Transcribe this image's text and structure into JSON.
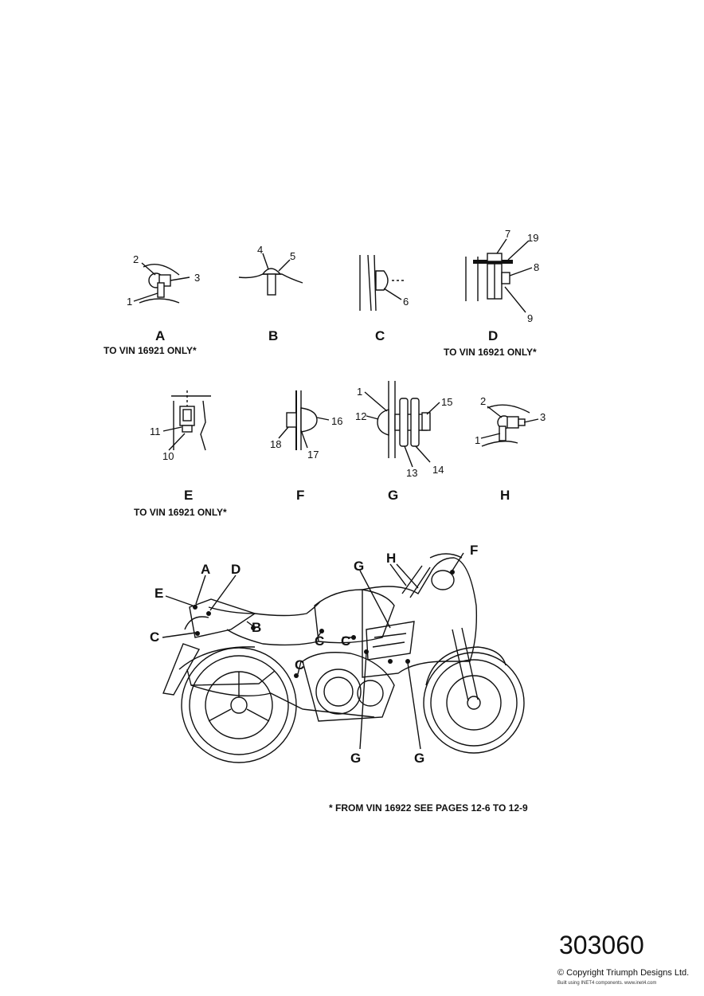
{
  "details": {
    "A": {
      "letter": "A",
      "note": "TO VIN 16921 ONLY*",
      "callouts": [
        "2",
        "3",
        "1"
      ]
    },
    "B": {
      "letter": "B",
      "callouts": [
        "4",
        "5"
      ]
    },
    "C": {
      "letter": "C",
      "callouts": [
        "6"
      ]
    },
    "D": {
      "letter": "D",
      "note": "TO VIN 16921 ONLY*",
      "callouts": [
        "7",
        "19",
        "8",
        "9"
      ]
    },
    "E": {
      "letter": "E",
      "note": "TO VIN 16921 ONLY*",
      "callouts": [
        "11",
        "10"
      ]
    },
    "F": {
      "letter": "F",
      "callouts": [
        "16",
        "18",
        "17"
      ]
    },
    "G": {
      "letter": "G",
      "callouts": [
        "1",
        "12",
        "15",
        "13",
        "14"
      ]
    },
    "H": {
      "letter": "H",
      "callouts": [
        "2",
        "3",
        "1"
      ]
    }
  },
  "bike_labels": [
    "A",
    "D",
    "E",
    "C",
    "B",
    "C",
    "C",
    "C",
    "G",
    "H",
    "F",
    "G",
    "G"
  ],
  "footnote": "* FROM VIN 16922 SEE PAGES 12-6 TO 12-9",
  "part_number": "303060",
  "copyright": "© Copyright Triumph Designs Ltd.",
  "built_with": "Built using INET4 components. www.inet4.com"
}
